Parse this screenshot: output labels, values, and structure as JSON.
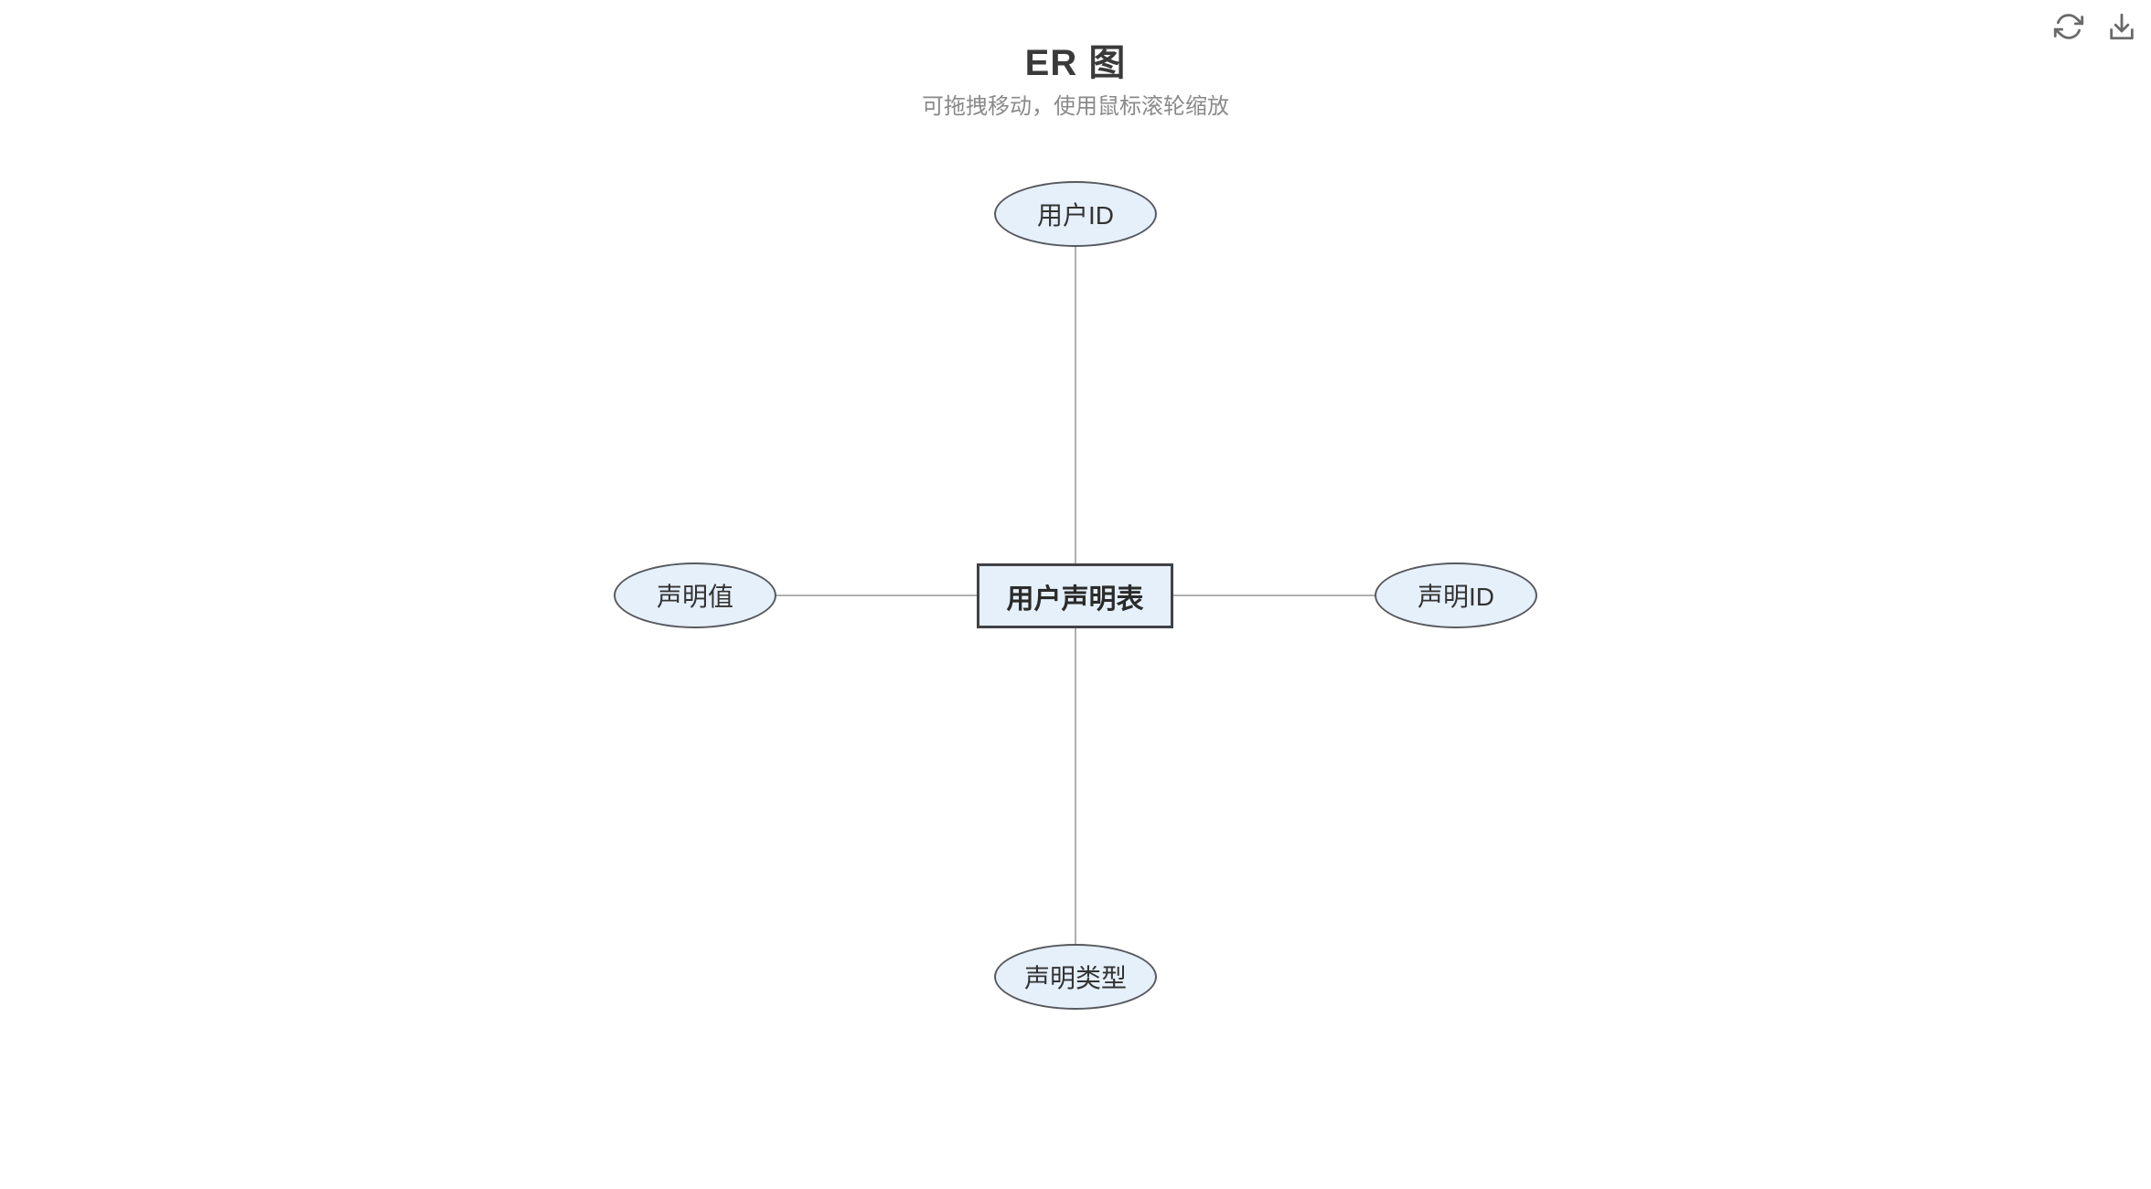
{
  "page": {
    "title": "ER 图",
    "subtitle": "可拖拽移动，使用鼠标滚轮缩放"
  },
  "toolbar": {
    "icons": [
      {
        "name": "refresh-icon",
        "action": "refresh"
      },
      {
        "name": "download-icon",
        "action": "download"
      }
    ]
  },
  "colors": {
    "node_fill": "#e6f0fb",
    "ellipse_border": "#56595e",
    "rect_border": "#404246",
    "edge": "#b0b0b0",
    "title_text": "#3a3a3a",
    "subtitle_text": "#8a8a8a",
    "icon": "#6a6a6a"
  },
  "diagram": {
    "type": "er-diagram",
    "entity": {
      "label": "用户声明表",
      "shape": "rectangle"
    },
    "attributes": [
      {
        "label": "用户ID",
        "shape": "ellipse",
        "position": "top"
      },
      {
        "label": "声明ID",
        "shape": "ellipse",
        "position": "right"
      },
      {
        "label": "声明类型",
        "shape": "ellipse",
        "position": "bottom"
      },
      {
        "label": "声明值",
        "shape": "ellipse",
        "position": "left"
      }
    ],
    "edges": [
      {
        "from": "用户声明表",
        "to": "用户ID"
      },
      {
        "from": "用户声明表",
        "to": "声明ID"
      },
      {
        "from": "用户声明表",
        "to": "声明类型"
      },
      {
        "from": "用户声明表",
        "to": "声明值"
      }
    ]
  }
}
